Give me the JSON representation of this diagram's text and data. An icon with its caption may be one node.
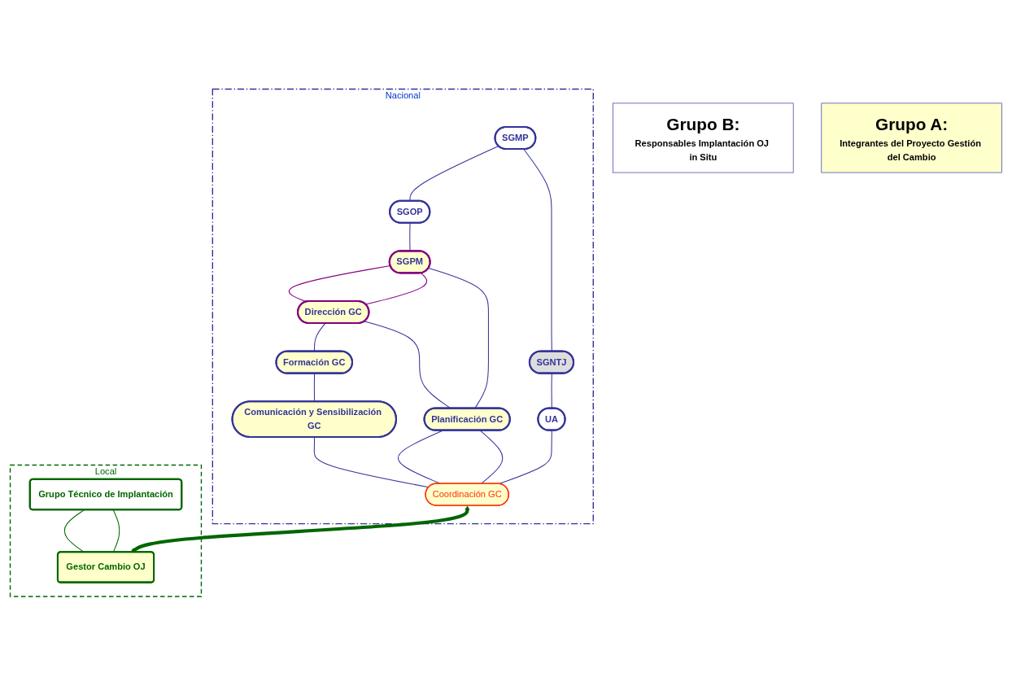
{
  "diagram": {
    "nodes": [
      {
        "text": [
          "Nacional"
        ]
      },
      {
        "text": [
          "SGMP"
        ],
        "in": 0
      },
      {
        "text": [
          "SGOP"
        ],
        "in": 0
      },
      {
        "text": [
          "SGPM"
        ],
        "in": 0
      },
      {
        "text": [
          "Dirección GC"
        ],
        "in": 0
      },
      {
        "text": [
          "Formación GC"
        ],
        "in": 0
      },
      {
        "text": [
          "SGNTJ"
        ],
        "in": 0
      },
      {
        "text": [
          "Planificación GC"
        ],
        "in": 0
      },
      {
        "text": [
          "Comunicación y Sensibilización GC"
        ],
        "in": 0
      },
      {
        "text": [
          "UA"
        ],
        "in": 0
      },
      {
        "text": [
          "Coordinación GC"
        ],
        "in": 0
      },
      {
        "text": [
          "Local"
        ]
      },
      {
        "text": [
          "Grupo Técnico de Implantación"
        ],
        "in": 11
      },
      {
        "text": [
          "Gestor Cambio OJ"
        ],
        "in": 11
      },
      {
        "text": [
          "Grupo B:",
          "Responsables Implantación OJ in Situ"
        ]
      },
      {
        "text": [
          "Grupo A:",
          "Integrantes del Proyecto Gestión del Cambio"
        ]
      }
    ],
    "edges": [
      {
        "from": 1,
        "to": 2,
        "arrow": "none"
      },
      {
        "from": 2,
        "to": 3,
        "arrow": "none"
      },
      {
        "from": 3,
        "to": 4,
        "arrow": "none",
        "color": "#800080"
      },
      {
        "from": 3,
        "to": 4,
        "arrow": "none",
        "color": "#800080"
      },
      {
        "from": 4,
        "to": 5,
        "arrow": "none"
      },
      {
        "from": 1,
        "to": 6,
        "arrow": "none"
      },
      {
        "from": 3,
        "to": 7,
        "arrow": "none"
      },
      {
        "from": 4,
        "to": 7,
        "arrow": "none"
      },
      {
        "from": 5,
        "to": 8,
        "arrow": "none"
      },
      {
        "from": 6,
        "to": 9,
        "arrow": "none"
      },
      {
        "from": 7,
        "to": 10,
        "arrow": "none"
      },
      {
        "from": 7,
        "to": 10,
        "arrow": "none"
      },
      {
        "from": 9,
        "to": 10,
        "arrow": "none"
      },
      {
        "from": 8,
        "to": 10,
        "arrow": "none"
      },
      {
        "from": 10,
        "to": 13,
        "arrow": "both",
        "style": "thick",
        "color": "#006600"
      },
      {
        "from": 12,
        "to": 13,
        "arrow": "none",
        "color": "#006600"
      },
      {
        "from": 12,
        "to": 13,
        "arrow": "none",
        "color": "#006600"
      }
    ]
  }
}
